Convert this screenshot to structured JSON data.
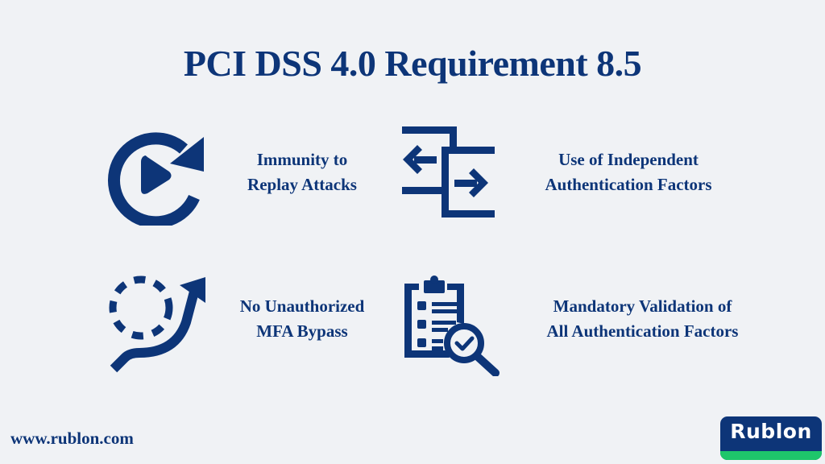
{
  "title": "PCI DSS 4.0 Requirement 8.5",
  "colors": {
    "primary": "#0d3578",
    "background": "#f0f2f5",
    "accent_green": "#1ec66b"
  },
  "items": [
    {
      "icon": "replay-icon",
      "line1": "Immunity to",
      "line2": "Replay Attacks"
    },
    {
      "icon": "split-arrows-icon",
      "line1": "Use of Independent",
      "line2": "Authentication Factors"
    },
    {
      "icon": "bypass-arrow-icon",
      "line1": "No Unauthorized",
      "line2": "MFA Bypass"
    },
    {
      "icon": "clipboard-check-icon",
      "line1": "Mandatory Validation of",
      "line2": "All Authentication Factors"
    }
  ],
  "footer": {
    "url": "www.rublon.com",
    "logo_text": "Rublon"
  }
}
